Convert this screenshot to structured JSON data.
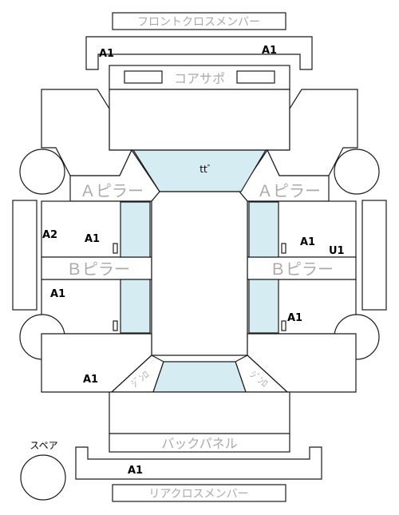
{
  "labels": {
    "front_cross_member": "フロントクロスメンバー",
    "core_support": "コアサポ",
    "a_pillar_left": "Ａピラー",
    "a_pillar_right": "Ａピラー",
    "b_pillar_left": "Ｂピラー",
    "b_pillar_right": "Ｂピラー",
    "windshield": "ttﾞ",
    "trunk_left": "ｼﾞﾝﾛ",
    "trunk_right": "ｼﾞﾝﾛ",
    "back_panel": "バックパネル",
    "spare": "スペア",
    "rear_cross_member": "リアクロスメンバー"
  },
  "codes": {
    "front_left": "A1",
    "front_right": "A1",
    "left_rocker": "A2",
    "left_front_door": "A1",
    "left_rear_door": "A1",
    "right_front_door": "A1",
    "right_rocker": "U1",
    "right_rear_door": "A1",
    "rear_left": "A1",
    "rear_cross": "A1"
  },
  "colors": {
    "line": "#1a1a1a",
    "glass": "#d6ecf3",
    "label_gray": "#aaaaaa",
    "code": "#000000"
  }
}
